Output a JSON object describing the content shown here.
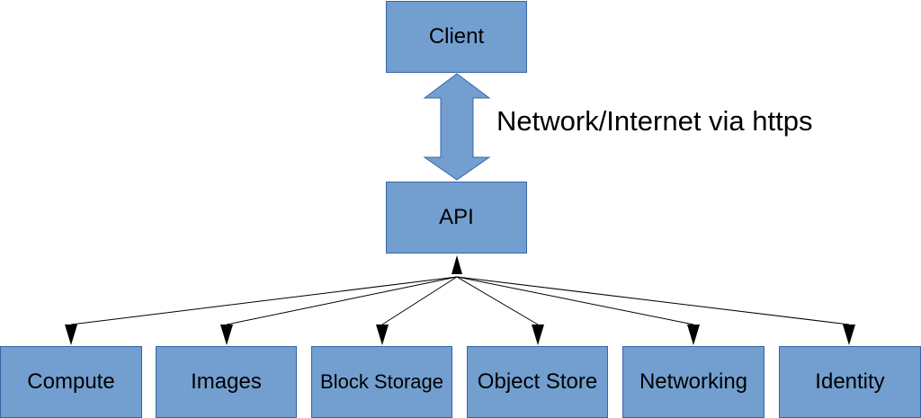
{
  "client": {
    "label": "Client"
  },
  "connection": {
    "label": "Network/Internet via https"
  },
  "api": {
    "label": "API"
  },
  "services": [
    {
      "label": "Compute"
    },
    {
      "label": "Images"
    },
    {
      "label": "Block Storage"
    },
    {
      "label": "Object Store"
    },
    {
      "label": "Networking"
    },
    {
      "label": "Identity"
    }
  ],
  "colors": {
    "box_fill": "#729fcf",
    "box_border": "#3465a4",
    "line": "#000000"
  }
}
